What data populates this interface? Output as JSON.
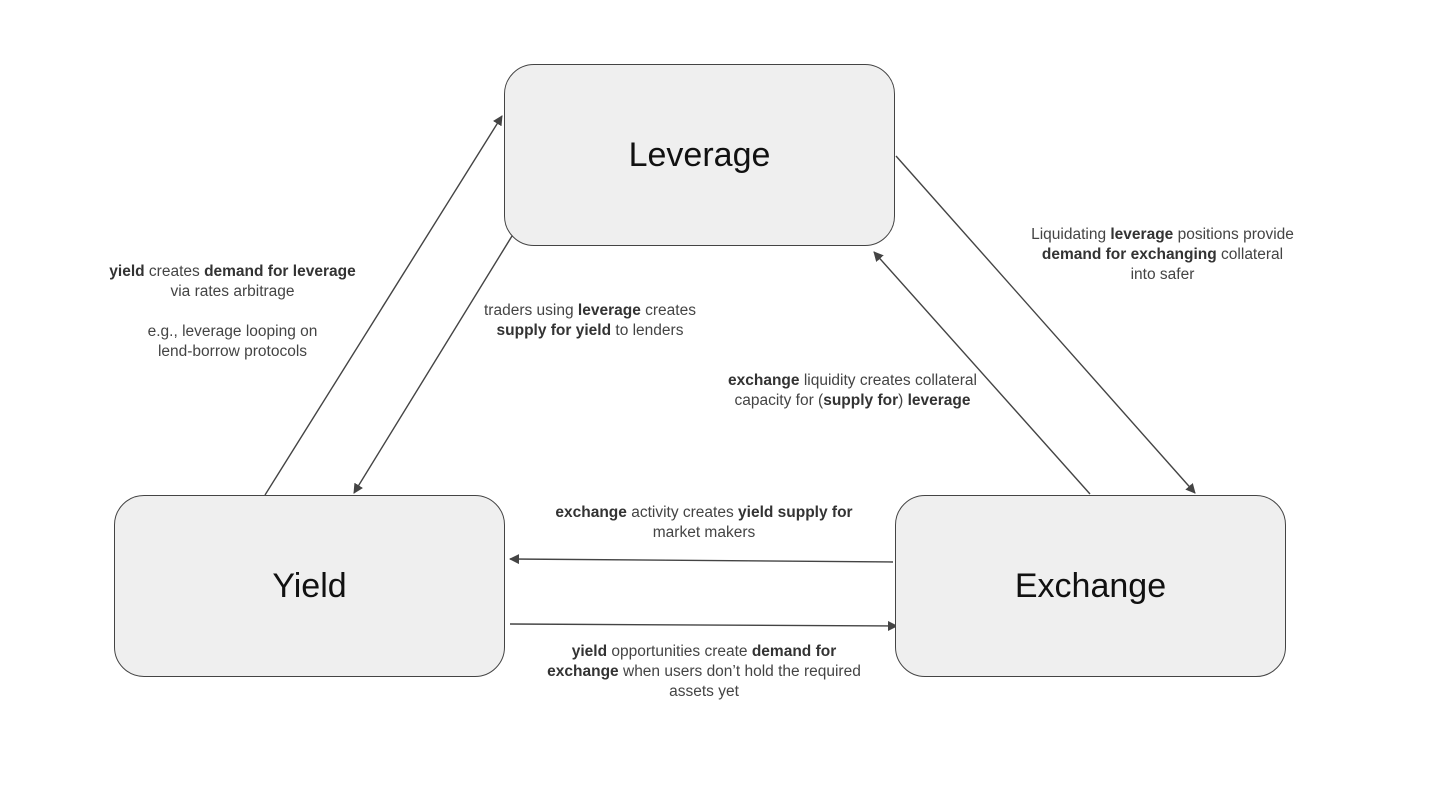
{
  "nodes": {
    "leverage": "Leverage",
    "yield": "Yield",
    "exchange": "Exchange"
  },
  "labels": {
    "yield_to_leverage": {
      "p1": [
        "yield",
        " creates ",
        "demand for",
        " ",
        "leverage",
        " via rates arbitrage"
      ],
      "p2": "e.g., leverage looping on lend-borrow protocols"
    },
    "leverage_to_yield": [
      "traders using ",
      "leverage",
      " creates ",
      "supply for yield",
      " to lenders"
    ],
    "leverage_to_exchange": [
      "Liquidating ",
      "leverage",
      " positions provide ",
      "demand for",
      " ",
      "exchanging",
      " collateral into safer"
    ],
    "exchange_to_leverage": [
      "exchange",
      " liquidity creates collateral capacity for (",
      "supply for",
      ") ",
      "leverage"
    ],
    "exchange_to_yield": [
      "exchange",
      " activity creates ",
      "yield supply for",
      " market makers"
    ],
    "yield_to_exchange": [
      "yield",
      " opportunities create ",
      "demand for exchange",
      " when users don’t hold the required assets yet"
    ]
  },
  "colors": {
    "node_fill": "#efefef",
    "stroke": "#444444",
    "text": "#444444"
  }
}
